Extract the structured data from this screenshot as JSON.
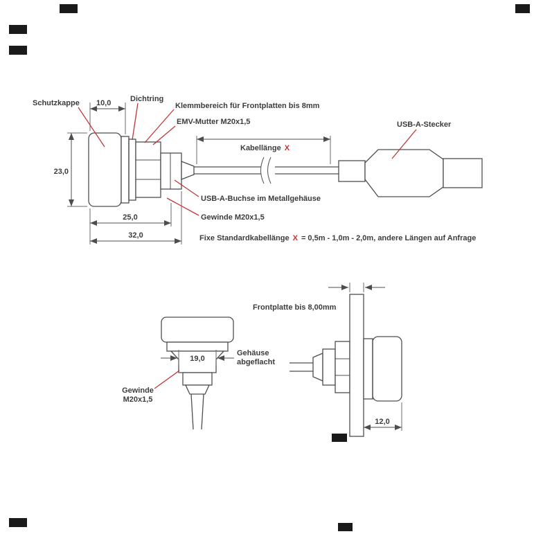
{
  "drawing_title": "USB-A connector technical drawing",
  "colors": {
    "line": "#4d4d4d",
    "leader_line": "#c23434",
    "accent_x": "#d42a2a",
    "text": "#3c3c3c",
    "background": "#ffffff"
  },
  "top_view": {
    "labels": {
      "schutzkappe": "Schutzkappe",
      "dichtring": "Dichtring",
      "klemmbereich": "Klemmbereich für Frontplatten bis 8mm",
      "emv_mutter": "EMV-Mutter M20x1,5",
      "usb_a_stecker": "USB-A-Stecker",
      "kabellaenge_label": "Kabellänge",
      "kabellaenge_x": "X",
      "usb_buchse": "USB-A-Buchse im Metallgehäuse",
      "gewinde": "Gewinde M20x1,5",
      "note_prefix": "Fixe Standardkabellänge",
      "note_x": "X",
      "note_suffix": "= 0,5m - 1,0m - 2,0m, andere Längen auf Anfrage"
    },
    "dimensions": {
      "cap_width": "10,0",
      "cap_diameter": "23,0",
      "length_25": "25,0",
      "length_32": "32,0"
    }
  },
  "bottom_left_view": {
    "labels": {
      "gehaeuse_line1": "Gehäuse",
      "gehaeuse_line2": "abgeflacht",
      "gewinde_line1": "Gewinde",
      "gewinde_line2": "M20x1,5"
    },
    "dimensions": {
      "flat_width": "19,0"
    }
  },
  "bottom_right_view": {
    "labels": {
      "frontplatte": "Frontplatte bis 8,00mm"
    },
    "dimensions": {
      "mount_depth": "12,0"
    }
  }
}
